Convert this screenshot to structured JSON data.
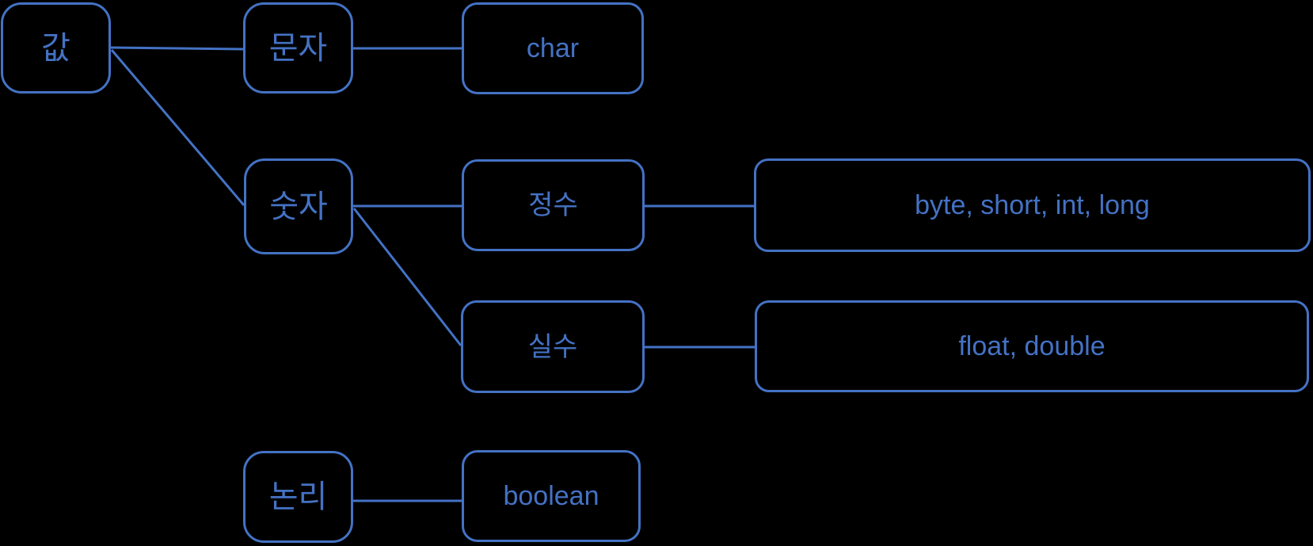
{
  "colors": {
    "accent": "#4472C4",
    "background": "#000000"
  },
  "nodes": {
    "value": {
      "label": "값"
    },
    "character": {
      "label": "문자"
    },
    "char_type": {
      "label": "char"
    },
    "number": {
      "label": "숫자"
    },
    "integer": {
      "label": "정수"
    },
    "integer_types": {
      "label": "byte, short, int, long"
    },
    "real": {
      "label": "실수"
    },
    "real_types": {
      "label": "float, double"
    },
    "logic": {
      "label": "논리"
    },
    "boolean_type": {
      "label": "boolean"
    }
  },
  "edges": [
    {
      "from": "value",
      "to": "character"
    },
    {
      "from": "character",
      "to": "char_type"
    },
    {
      "from": "value",
      "to": "number"
    },
    {
      "from": "number",
      "to": "integer"
    },
    {
      "from": "integer",
      "to": "integer_types"
    },
    {
      "from": "number",
      "to": "real"
    },
    {
      "from": "real",
      "to": "real_types"
    },
    {
      "from": "logic",
      "to": "boolean_type"
    }
  ]
}
